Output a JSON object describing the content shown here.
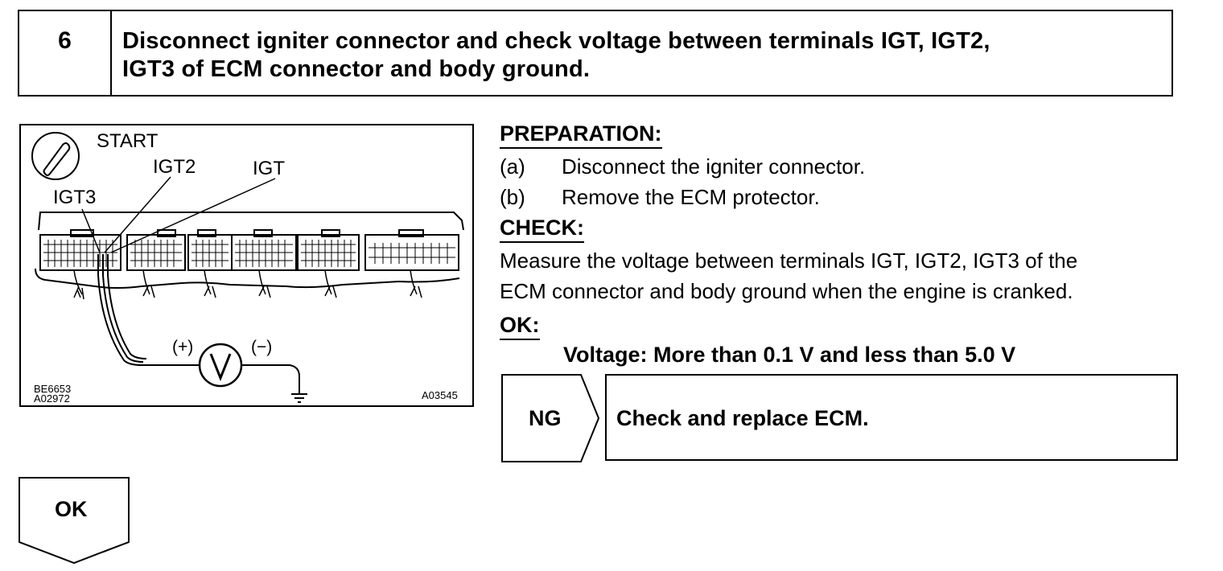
{
  "step": {
    "number": "6",
    "title_line1": "Disconnect igniter connector and check voltage between terminals IGT, IGT2,",
    "title_line2": "IGT3 of ECM connector and body ground."
  },
  "diagram": {
    "start_label": "START",
    "igt2_label": "IGT2",
    "igt_label": "IGT",
    "igt3_label": "IGT3",
    "plus_label": "(+)",
    "minus_label": "(−)",
    "meter_symbol": "V",
    "ref1": "BE6653",
    "ref2": "A02972",
    "ref3": "A03545"
  },
  "preparation": {
    "heading": "PREPARATION:",
    "items": [
      {
        "key": "(a)",
        "text": "Disconnect the igniter connector."
      },
      {
        "key": "(b)",
        "text": "Remove the ECM protector."
      }
    ]
  },
  "check": {
    "heading": "CHECK:",
    "line1": "Measure the voltage between terminals IGT, IGT2, IGT3 of the",
    "line2": "ECM connector and body ground when the engine is cranked."
  },
  "ok_spec": {
    "heading": "OK:",
    "value": "Voltage: More than 0.1 V and less than 5.0 V"
  },
  "ng_branch": {
    "label": "NG",
    "action": "Check and replace ECM."
  },
  "ok_branch": {
    "label": "OK"
  }
}
